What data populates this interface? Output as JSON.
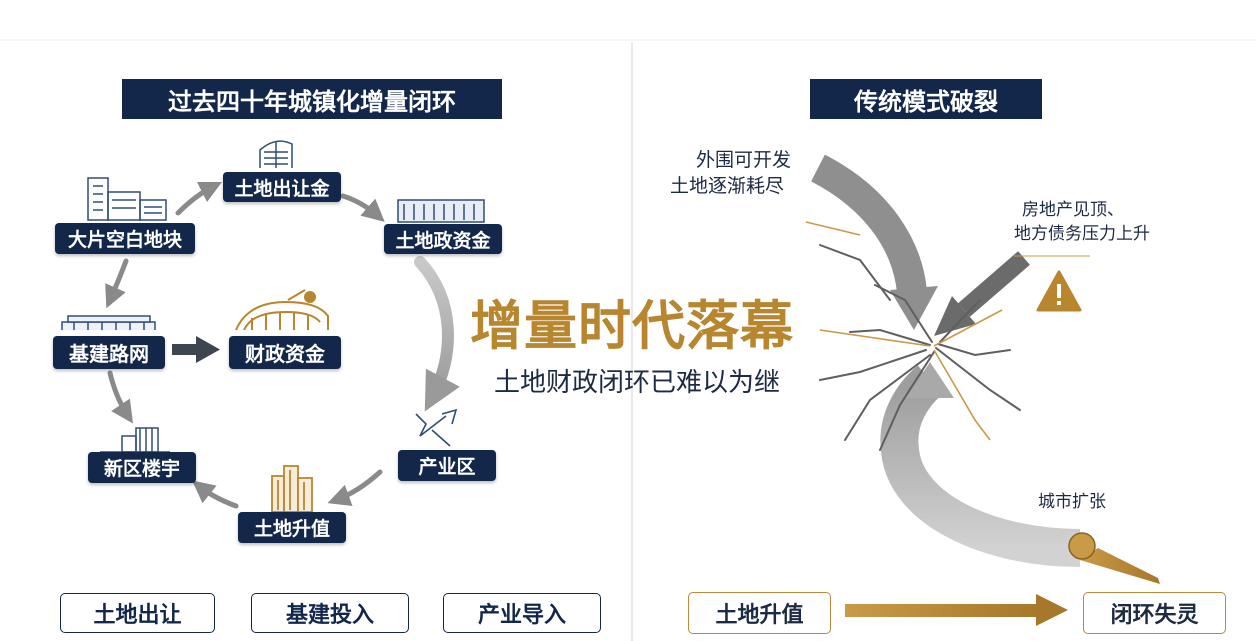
{
  "left": {
    "title": "过去四十年城镇化增量闭环",
    "nodes": {
      "land_transfer_fee": "土地出让金",
      "land_fiscal_funds": "土地政资金",
      "large_blank_plots": "大片空白地块",
      "infrastructure_network": "基建路网",
      "fiscal_funds": "财政资金",
      "new_district_buildings": "新区楼宇",
      "industrial_zone": "产业区",
      "land_appreciation": "土地升值"
    },
    "bottom_boxes": [
      "土地出让",
      "基建投入",
      "产业导入"
    ]
  },
  "center": {
    "headline": "增量时代落幕",
    "subline": "土地财政闭环已难以为继"
  },
  "right": {
    "title": "传统模式破裂",
    "note_top_left": [
      "外围可开发",
      "土地逐渐耗尽"
    ],
    "note_top_right": [
      "房地产见顶、",
      "地方债务压力上升"
    ],
    "note_bottom": "城市扩张",
    "box_left": "土地升值",
    "box_right": "闭环失灵"
  },
  "colors": {
    "navy": "#13274a",
    "gold": "#b8862e",
    "gray_arrow": "#8d8d8d",
    "warning": "#b8862e"
  },
  "icons": [
    "building-cluster-icon",
    "office-tower-icon",
    "government-building-icon",
    "bank-building-icon",
    "stadium-icon",
    "apartment-icon",
    "industrial-arrows-icon",
    "skyscraper-icon",
    "warning-icon"
  ]
}
